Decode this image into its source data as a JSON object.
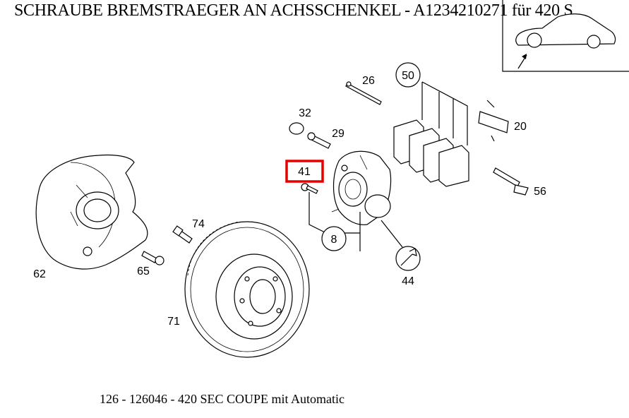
{
  "title": "SCHRAUBE BREMSTRAEGER AN ACHSSCHENKEL - A1234210271 für 420 S",
  "footer": "126 - 126046 - 420 SEC COUPE mit Automatic",
  "highlight_color": "#e60000",
  "parts": {
    "p26": "26",
    "p50": "50",
    "p32": "32",
    "p29": "29",
    "p20": "20",
    "p41": "41",
    "p56": "56",
    "p74": "74",
    "p8": "8",
    "p65": "65",
    "p44": "44",
    "p62": "62",
    "p71": "71"
  }
}
